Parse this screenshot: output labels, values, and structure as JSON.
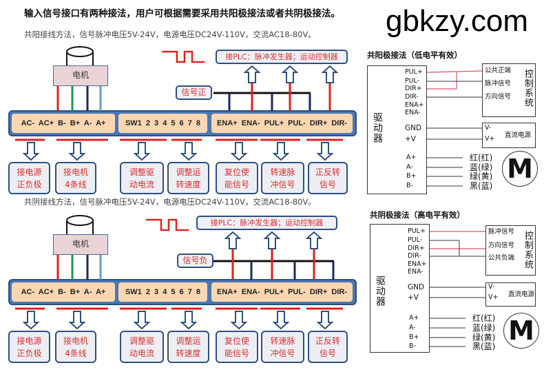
{
  "title": "输入信号接口有两种接法，用户可根据需要采用共阳极接法或者共阴极接法。",
  "sections": [
    {
      "subtitle": "共阳接线方法，信号脉冲电压5V-24V，电源电压DC24V-110V，交流AC18-80V。",
      "motor": "电机",
      "plc": "接PLC：脉冲发生器；运动控制器",
      "signal": "信号正",
      "power_terms": "AC-  AC+  B-  B+  A-  A+",
      "sw_terms": "SW1  2 3 4  5 6 7 8",
      "sig_terms": "ENA+ ENA-  PUL+ PUL-  DIR+ DIR-",
      "labels": [
        [
          "接电源",
          "正负极"
        ],
        [
          "接电机",
          "4条线"
        ],
        [
          "调整驱",
          "动电流"
        ],
        [
          "调整运",
          "转速度"
        ],
        [
          "复位使",
          "能信号"
        ],
        [
          "转速脉",
          "冲信号"
        ],
        [
          "正反转",
          "信号"
        ]
      ]
    },
    {
      "subtitle": "共阴接线方法，信号脉冲电压5V-24V，电源电压DC24V-110V，交流AC18-80V。",
      "motor": "电机",
      "plc": "接PLC：脉冲发生器；运动控制器",
      "signal": "信号负",
      "power_terms": "AC-  AC+  B-  B+  A-  A+",
      "sw_terms": "SW1  2 3 4  5 6 7 8",
      "sig_terms": "ENA+ ENA-  PUL+ PUL-  DIR+ DIR-",
      "labels": [
        [
          "接电源",
          "正负极"
        ],
        [
          "接电机",
          "4条线"
        ],
        [
          "调整驱",
          "动电流"
        ],
        [
          "调整运",
          "转速度"
        ],
        [
          "复位使",
          "能信号"
        ],
        [
          "转速脉",
          "冲信号"
        ],
        [
          "正反转",
          "信号"
        ]
      ]
    }
  ],
  "schematics": [
    {
      "title": "共阳极接法（低电平有效）",
      "driver": "驱动器",
      "pins": [
        "PUL+",
        "PUL-",
        "DIR+",
        "DIR-",
        "ENA+",
        "ENA-"
      ],
      "power_pins": [
        "GND",
        "+V"
      ],
      "motor_pins": [
        "A+",
        "A-",
        "B+",
        "B-"
      ],
      "control_items": [
        "公共正端",
        "脉冲信号",
        "方向信号"
      ],
      "control": "控制系统",
      "psu_pins": [
        "V-",
        "V+"
      ],
      "psu": "直流电源",
      "wire_colors": [
        "红(红)",
        "蓝(绿)",
        "绿(黄)",
        "黑(蓝)"
      ],
      "motor": "M"
    },
    {
      "title": "共阴极接法（高电平有效）",
      "driver": "驱动器",
      "pins": [
        "PUL+",
        "PUL-",
        "DIR+",
        "DIR-",
        "ENA+",
        "ENA-"
      ],
      "power_pins": [
        "GND",
        "+V"
      ],
      "motor_pins": [
        "A+",
        "A-",
        "B+",
        "B-"
      ],
      "control_items": [
        "脉冲信号",
        "方向信号",
        "公共负端"
      ],
      "control": "控制系统",
      "psu_pins": [
        "V-",
        "V+"
      ],
      "psu": "直流电源",
      "wire_colors": [
        "红(红)",
        "蓝(绿)",
        "绿(黄)",
        "黑(蓝)"
      ],
      "motor": "M"
    }
  ],
  "watermark": "gbkzy.com",
  "colors": {
    "red": "#e02020",
    "navy": "#1a2a5a",
    "blue": "#4a78b5",
    "tan": "#fbd6b1"
  }
}
